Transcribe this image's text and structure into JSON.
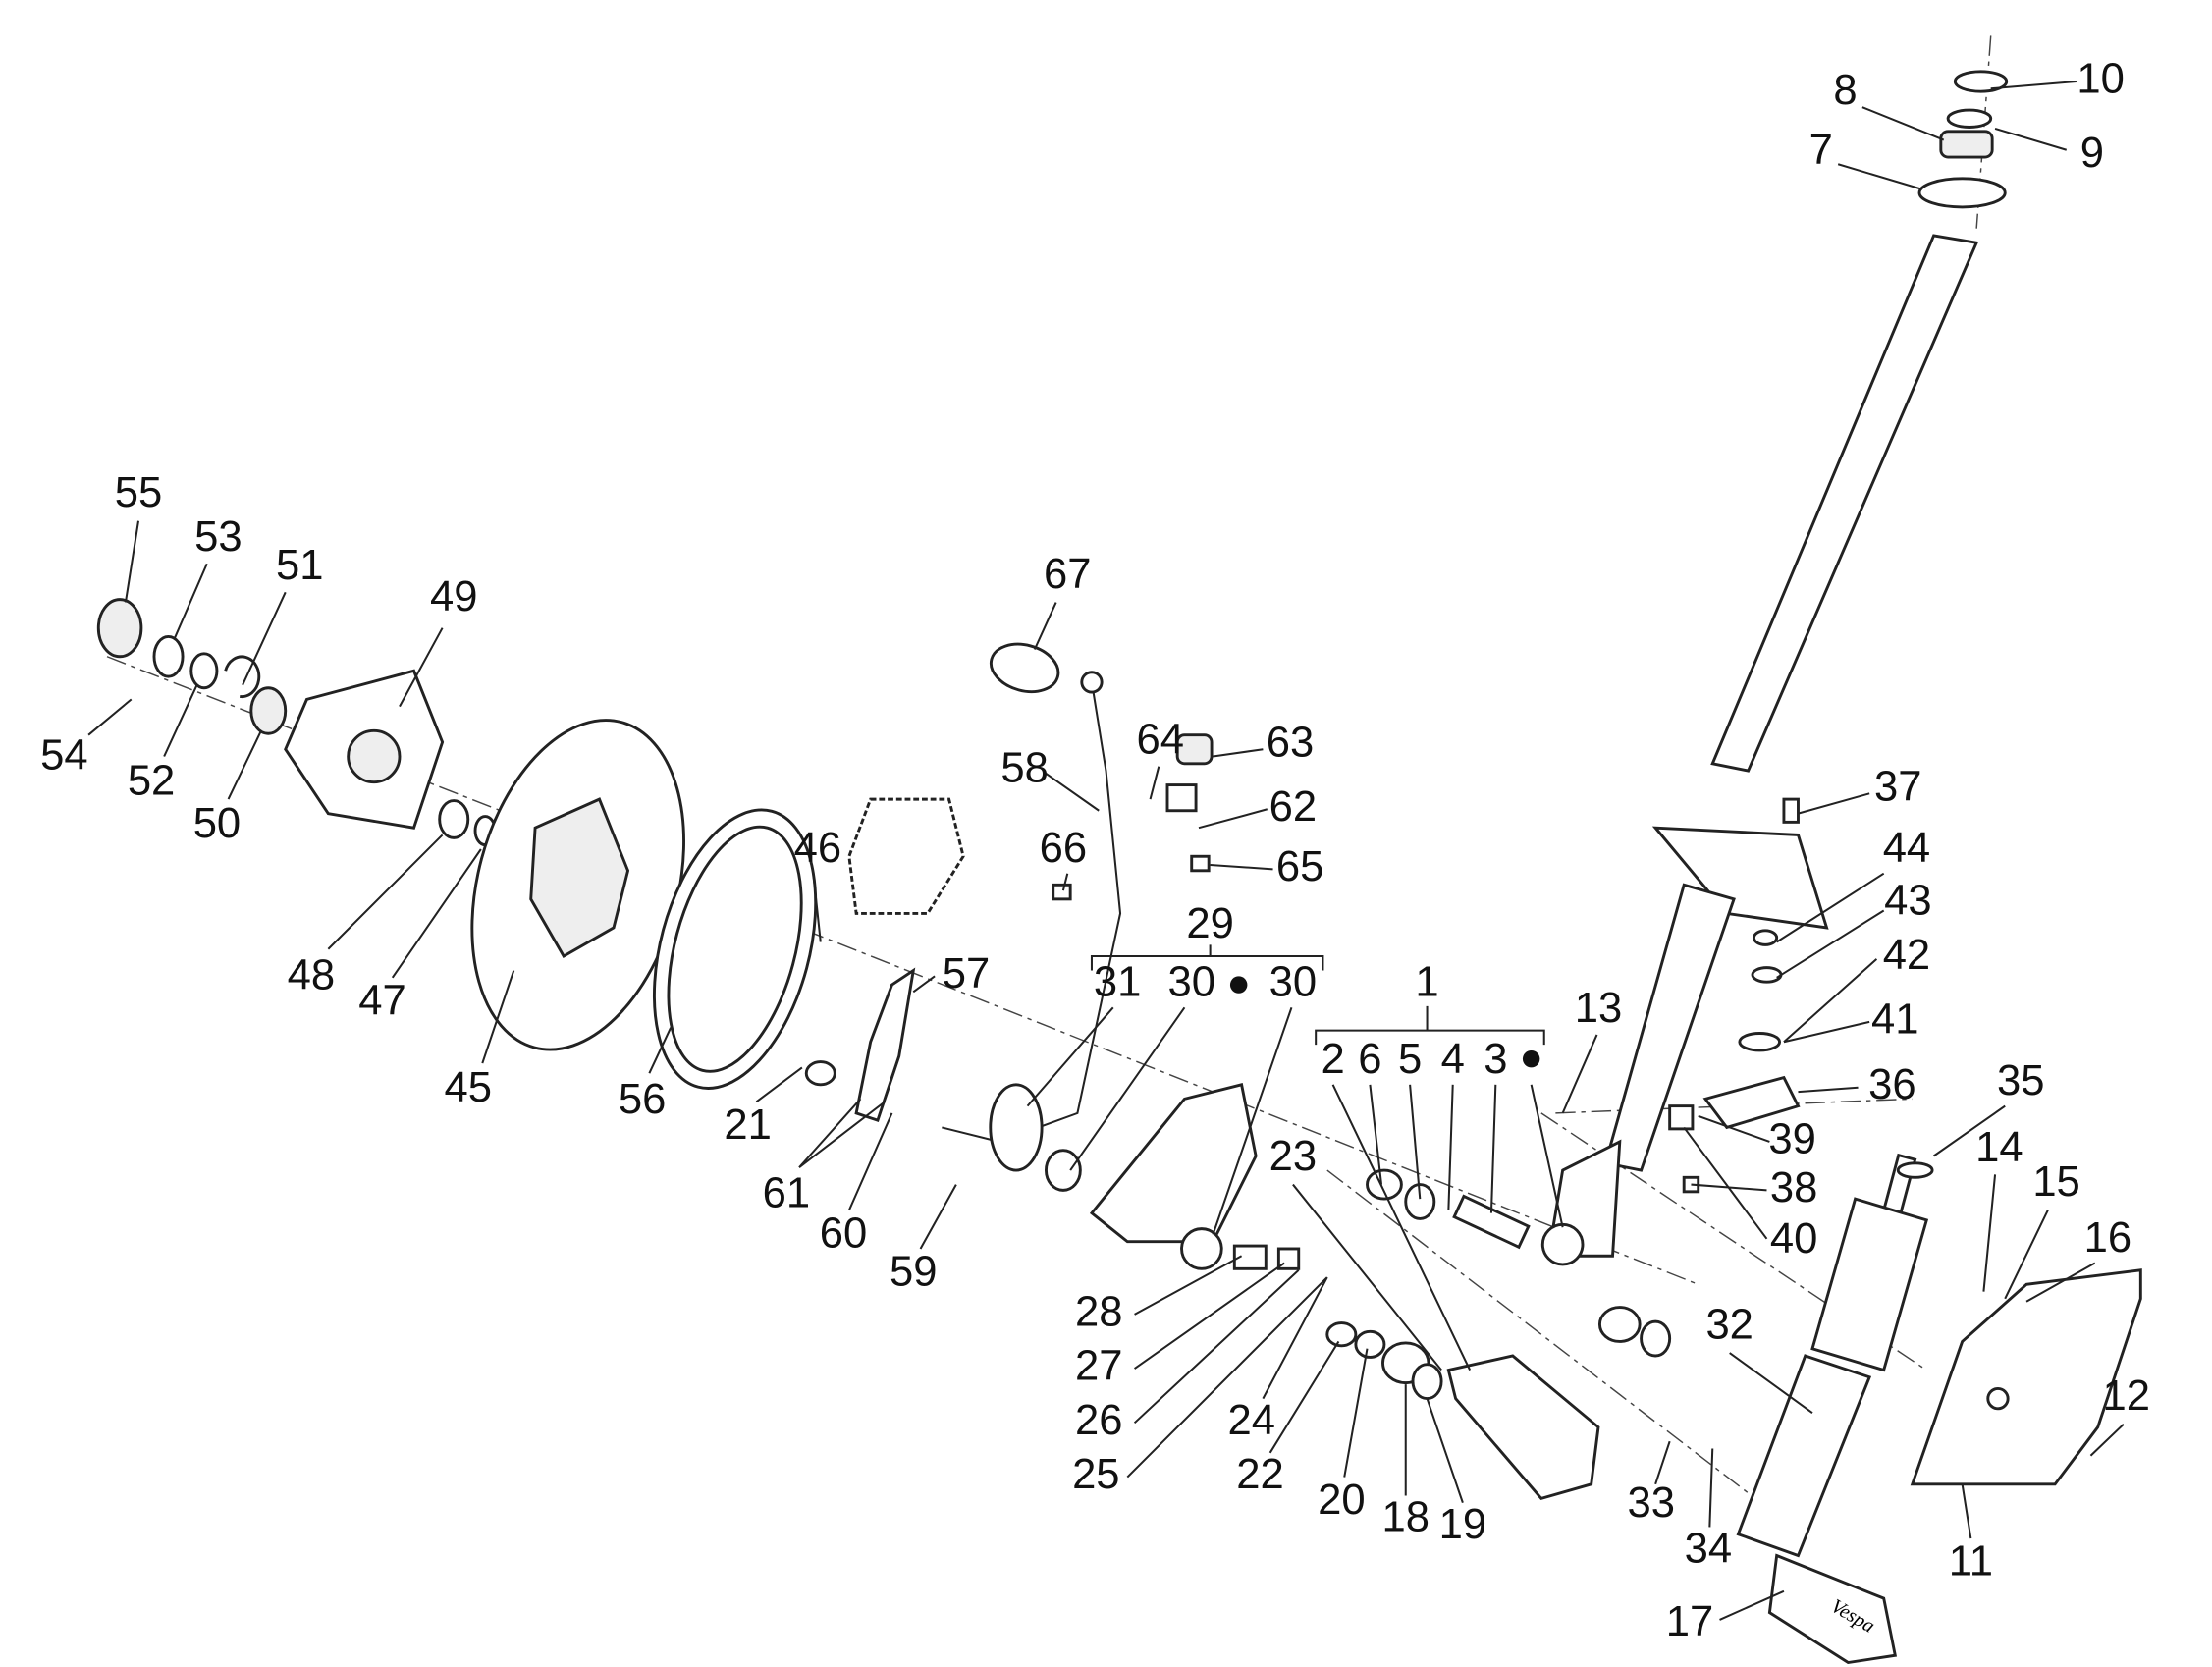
{
  "title": "Front fork / front wheel hub exploded parts diagram",
  "labels": {
    "p1": "1",
    "p2": "2",
    "p3": "3",
    "p4": "4",
    "p5": "5",
    "p6": "6",
    "p7": "7",
    "p8": "8",
    "p9": "9",
    "p10": "10",
    "p11": "11",
    "p12": "12",
    "p13": "13",
    "p14": "14",
    "p15": "15",
    "p16": "16",
    "p17": "17",
    "p18": "18",
    "p19": "19",
    "p20": "20",
    "p21": "21",
    "p22": "22",
    "p23": "23",
    "p24": "24",
    "p25": "25",
    "p26": "26",
    "p27": "27",
    "p28": "28",
    "p29": "29",
    "p30a": "30",
    "p30b": "30",
    "p31": "31",
    "p32": "32",
    "p33": "33",
    "p34": "34",
    "p35": "35",
    "p36": "36",
    "p37": "37",
    "p38": "38",
    "p39": "39",
    "p40": "40",
    "p41": "41",
    "p42": "42",
    "p43": "43",
    "p44": "44",
    "p45": "45",
    "p46": "46",
    "p47": "47",
    "p48": "48",
    "p49": "49",
    "p50": "50",
    "p51": "51",
    "p52": "52",
    "p53": "53",
    "p54": "54",
    "p55": "55",
    "p56": "56",
    "p57": "57",
    "p58": "58",
    "p59": "59",
    "p60": "60",
    "p61": "61",
    "p62": "62",
    "p63": "63",
    "p64": "64",
    "p65": "65",
    "p66": "66",
    "p67": "67"
  },
  "grip_logo": "Vespa"
}
